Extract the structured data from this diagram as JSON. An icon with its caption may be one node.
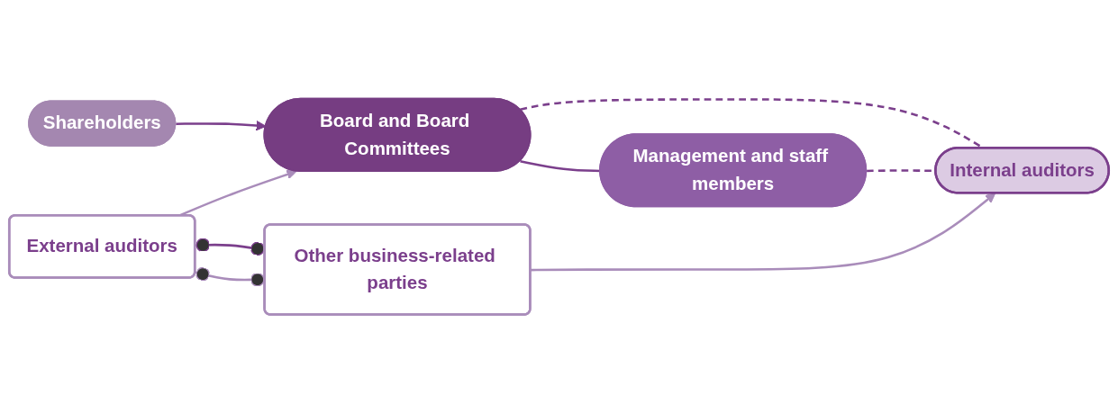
{
  "diagram": {
    "nodes": [
      {
        "text": [
          "Shareholders"
        ]
      },
      {
        "text": [
          "Board and Board Committees"
        ]
      },
      {
        "text": [
          "Management and staff members"
        ]
      },
      {
        "text": [
          "Internal auditors"
        ]
      },
      {
        "text": [
          "External auditors"
        ]
      },
      {
        "text": [
          "Other business-related parties"
        ]
      }
    ],
    "edges": [
      {
        "from": 0,
        "to": 1,
        "arrow": "to"
      },
      {
        "from": 1,
        "to": 2,
        "arrow": "none"
      },
      {
        "from": 1,
        "to": 3,
        "arrow": "none",
        "style": "dashed"
      },
      {
        "from": 2,
        "to": 3,
        "arrow": "none",
        "style": "dashed"
      },
      {
        "from": 4,
        "to": 1,
        "arrow": "to",
        "color": "#a98cba"
      },
      {
        "from": 5,
        "to": 3,
        "arrow": "to",
        "color": "#a98cba"
      },
      {
        "from": 4,
        "to": 5,
        "arrow": "other"
      },
      {
        "from": 4,
        "to": 5,
        "arrow": "other",
        "color": "#a98cba"
      }
    ]
  }
}
